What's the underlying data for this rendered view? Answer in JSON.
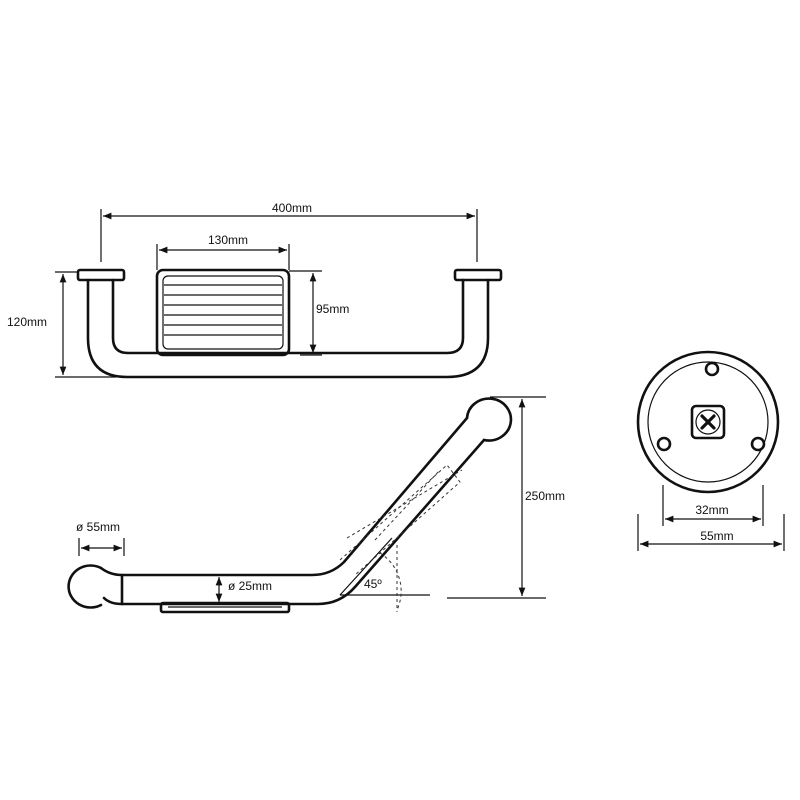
{
  "drawing": {
    "top_view": {
      "overall_width": "400mm",
      "basket_width": "130mm",
      "height": "120mm",
      "basket_height": "95mm"
    },
    "side_view": {
      "flange_diameter": "ø 55mm",
      "tube_diameter": "ø 25mm",
      "total_height": "250mm",
      "angle": "45º"
    },
    "flange_view": {
      "inner_diameter": "32mm",
      "outer_diameter": "55mm"
    }
  }
}
